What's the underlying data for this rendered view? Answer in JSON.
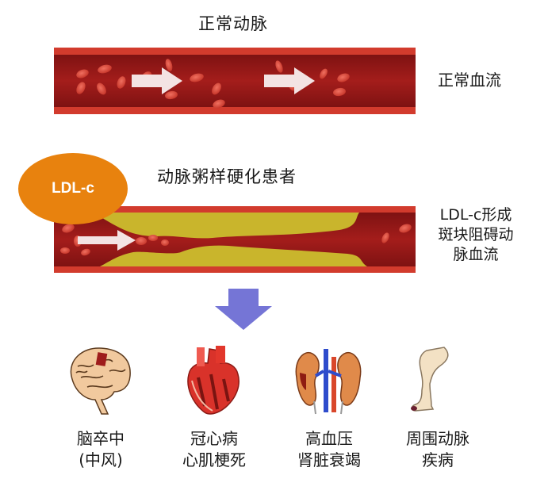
{
  "normal": {
    "title": "正常动脉",
    "side_label": "正常血流"
  },
  "atherosclerosis": {
    "title": "动脉粥样硬化患者",
    "badge": "LDL-c",
    "side_label_lines": [
      "LDL-c形成",
      "斑块阻碍动",
      "脉血流"
    ]
  },
  "colors": {
    "vessel_wall": "#d23b2d",
    "lumen": "#9e1a1a",
    "plaque": "#c9b52c",
    "arrow_white": "#f3e3e3",
    "down_arrow": "#7575d6",
    "badge": "#e8820e"
  },
  "outcomes": [
    {
      "icon": "brain-icon",
      "lines": [
        "脑卒中",
        "(中风)"
      ]
    },
    {
      "icon": "heart-icon",
      "lines": [
        "冠心病",
        "心肌梗死"
      ]
    },
    {
      "icon": "kidney-icon",
      "lines": [
        "高血压",
        "肾脏衰竭"
      ]
    },
    {
      "icon": "leg-icon",
      "lines": [
        "周围动脉",
        "疾病"
      ]
    }
  ]
}
